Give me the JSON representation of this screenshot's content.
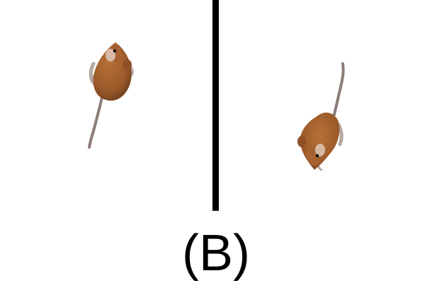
{
  "figure": {
    "caption": "(B)",
    "divider_color": "#000000",
    "mouse_body_color": "#9a5a2a",
    "mouse_tail_color": "#8c7b78",
    "mice": [
      {
        "side": "left",
        "facing": "up"
      },
      {
        "side": "right",
        "facing": "down"
      }
    ]
  }
}
